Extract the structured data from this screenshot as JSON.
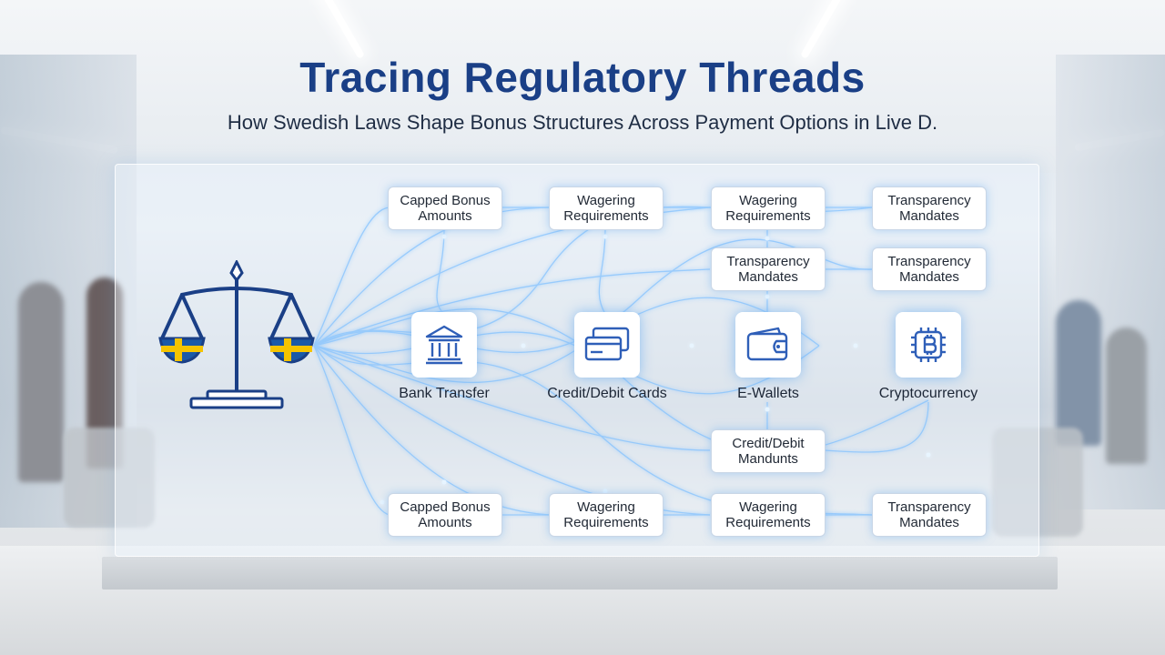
{
  "header": {
    "title": "Tracing Regulatory Threads",
    "subtitle": "How Swedish Laws Shape Bonus Structures Across Payment Options in Live D."
  },
  "colors": {
    "title": "#1a3f86",
    "accent": "#2f5fb8",
    "glow": "#7fc0ff",
    "flag_blue": "#1a5aa8",
    "flag_yellow": "#f5c400"
  },
  "source_icon": "swedish-scale-of-justice-icon",
  "top_row": [
    {
      "line1": "Capped Bonus",
      "line2": "Amounts"
    },
    {
      "line1": "Wagering",
      "line2": "Requirements"
    },
    {
      "line1": "Wagering",
      "line2": "Requirements"
    },
    {
      "line1": "Transparency",
      "line2": "Mandates"
    }
  ],
  "second_row": [
    {
      "line1": "Transparency",
      "line2": "Mandates"
    },
    {
      "line1": "Transparency",
      "line2": "Mandates"
    }
  ],
  "payments": [
    {
      "label": "Bank Transfer",
      "icon": "bank-icon"
    },
    {
      "label": "Credit/Debit Cards",
      "icon": "credit-cards-icon"
    },
    {
      "label": "E-Wallets",
      "icon": "wallet-icon"
    },
    {
      "label": "Cryptocurrency",
      "icon": "bitcoin-chip-icon"
    }
  ],
  "lower_box": {
    "line1": "Credit/Debit",
    "line2": "Mandunts"
  },
  "bottom_row": [
    {
      "line1": "Capped Bonus",
      "line2": "Amounts"
    },
    {
      "line1": "Wagering",
      "line2": "Requirements"
    },
    {
      "line1": "Wagering",
      "line2": "Requirements"
    },
    {
      "line1": "Transparency",
      "line2": "Mandates"
    }
  ]
}
